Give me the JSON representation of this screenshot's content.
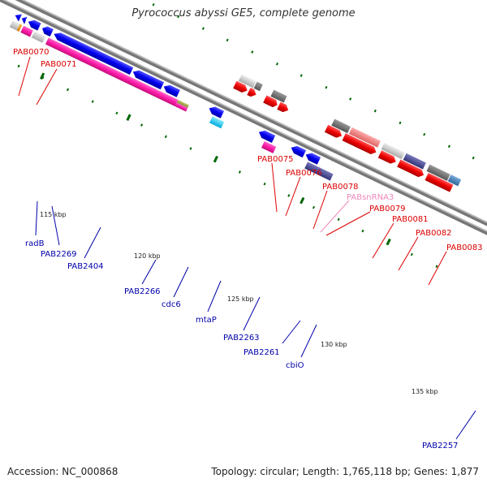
{
  "title": "Pyrococcus abyssi GE5, complete genome",
  "footer": {
    "accession": "Accession: NC_000868",
    "topology": "Topology: circular; Length: 1,765,118 bp; Genes: 1,877"
  },
  "colors": {
    "forward_label": "#dd0000",
    "reverse_label": "#0000aa",
    "rna_label": "#ee88bb",
    "backbone": "#888888",
    "tick": "#006600"
  },
  "ticks": [
    "115 kbp",
    "120 kbp",
    "125 kbp",
    "130 kbp",
    "135 kbp"
  ],
  "labels": {
    "forward": [
      "PAB0070",
      "PAB0071",
      "PAB0075",
      "PAB0076",
      "PAB0078",
      "PAB0079",
      "PAB0081",
      "PAB0082",
      "PAB0083"
    ],
    "rna": [
      "PABsnRNA3"
    ],
    "reverse": [
      "radB",
      "PAB2269",
      "PAB2404",
      "PAB2266",
      "cdc6",
      "mtaP",
      "PAB2263",
      "PAB2261",
      "cbiO",
      "PAB2257"
    ]
  }
}
